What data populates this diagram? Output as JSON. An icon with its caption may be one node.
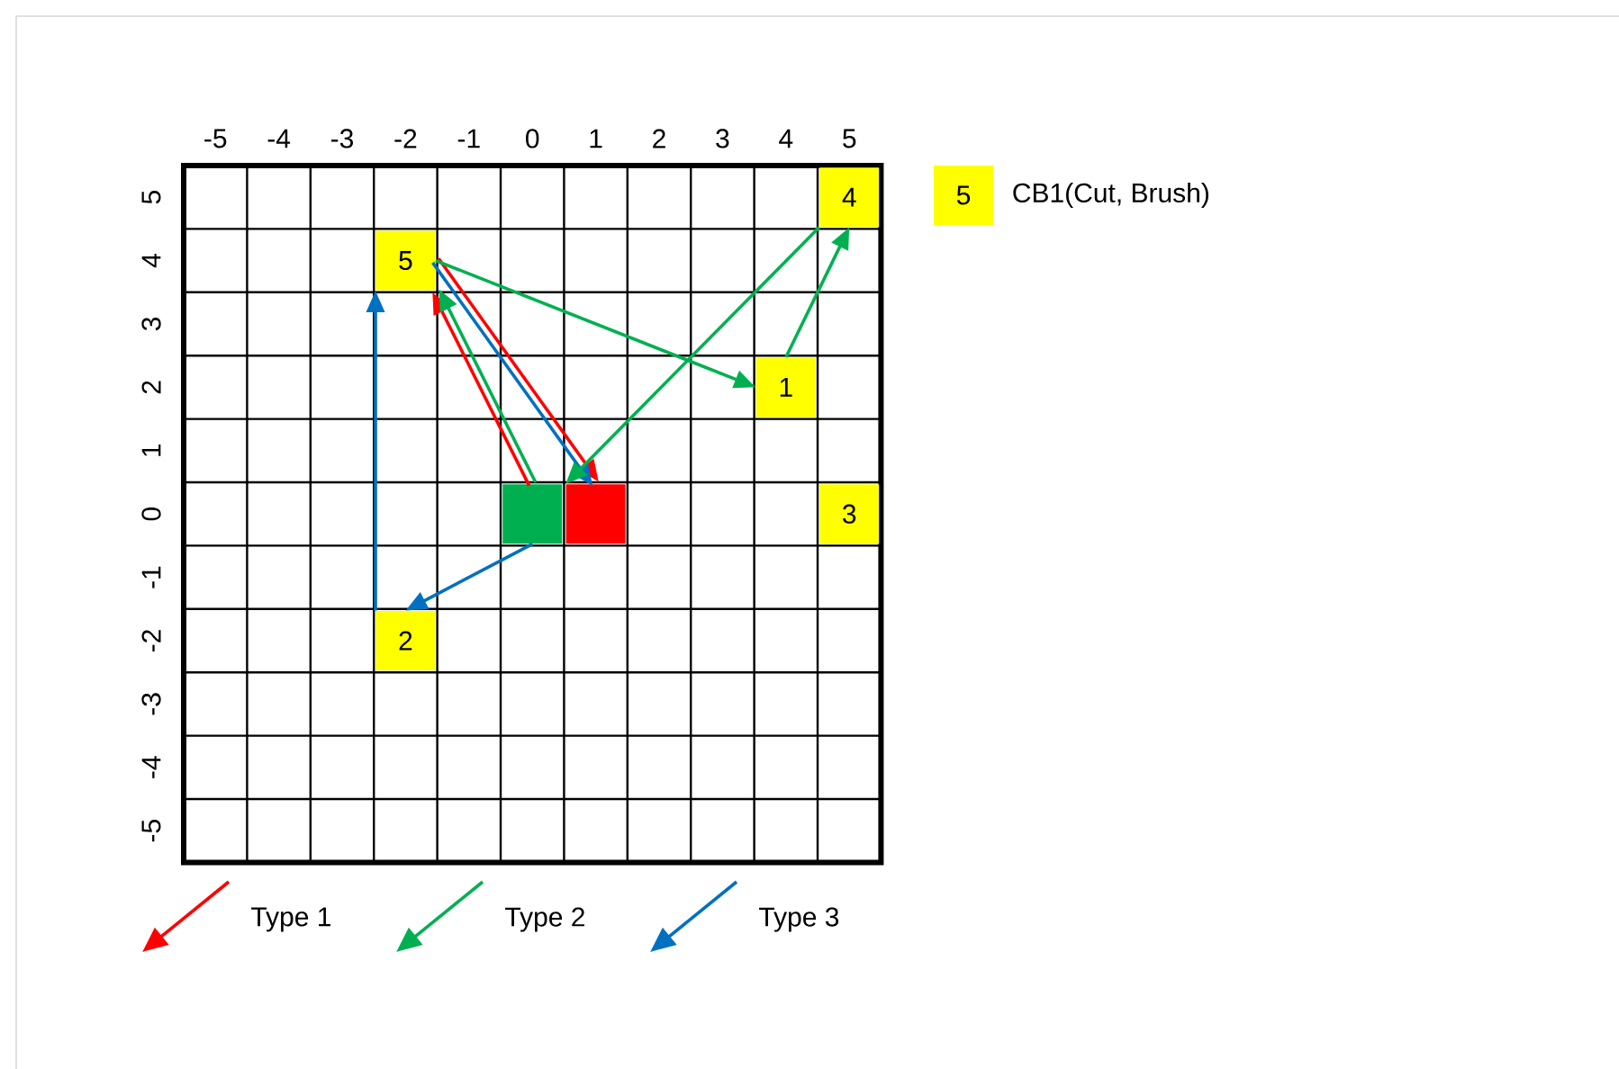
{
  "diagram": {
    "nodes": [
      {
        "text": [
          "4"
        ]
      },
      {
        "text": [
          "5"
        ]
      },
      {
        "text": [
          "1"
        ]
      },
      {
        "text": [],
        "shape": "box"
      },
      {
        "text": [],
        "shape": "box"
      },
      {
        "text": [
          "3"
        ]
      },
      {
        "text": [
          "2"
        ]
      },
      {
        "text": [
          "5"
        ],
        "beside": [
          "CB1(Cut, Brush)"
        ]
      }
    ],
    "edges": [
      {
        "from": 3,
        "to": 1,
        "arrow": "to",
        "color": "#ff0000"
      },
      {
        "from": 3,
        "to": 1,
        "arrow": "to"
      },
      {
        "from": 1,
        "to": 4,
        "arrow": "to",
        "color": "#ff0000"
      },
      {
        "from": 1,
        "to": 4,
        "arrow": "to",
        "color": "#0070c0"
      },
      {
        "from": 3,
        "to": 6,
        "arrow": "to",
        "color": "#0070c0"
      },
      {
        "from": 6,
        "to": 1,
        "arrow": "to",
        "color": "#0070c0"
      },
      {
        "from": 1,
        "to": 2,
        "arrow": "to"
      },
      {
        "from": 2,
        "to": 0,
        "arrow": "to"
      },
      {
        "from": 0,
        "to": 4,
        "arrow": "to"
      }
    ],
    "labels": [
      "-5",
      "-4",
      "-3",
      "-2",
      "-1",
      "0",
      "1",
      "2",
      "3",
      "4",
      "5",
      "5",
      "4",
      "3",
      "2",
      "1",
      "0",
      "-1",
      "-2",
      "-3",
      "-4",
      "-5"
    ],
    "legend": [
      {
        "text": "Type 1"
      },
      {
        "text": "Type 2"
      },
      {
        "text": "Type 3"
      }
    ]
  }
}
